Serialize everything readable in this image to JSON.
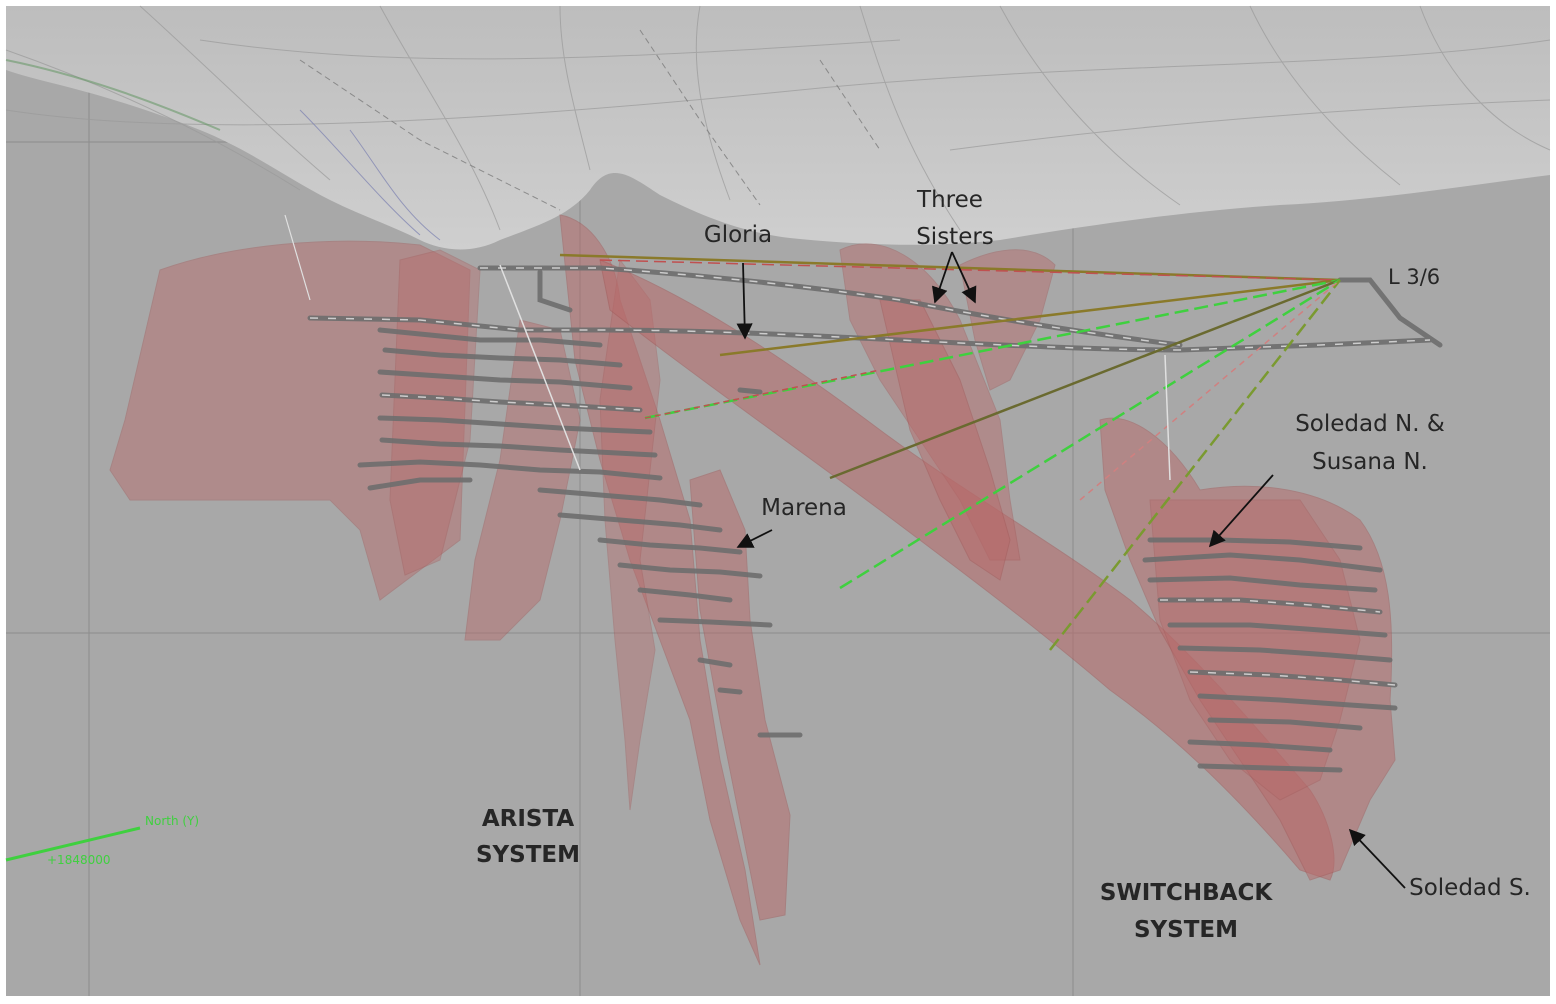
{
  "labels": {
    "gloria": "Gloria",
    "three_sisters_line1": "Three",
    "three_sisters_line2": "Sisters",
    "l36": "L 3/6",
    "soledad_n_line1": "Soledad N. &",
    "soledad_n_line2": "Susana N.",
    "marena": "Marena",
    "arista_line1": "ARISTA",
    "arista_line2": "SYSTEM",
    "switchback_line1": "SWITCHBACK",
    "switchback_line2": "SYSTEM",
    "soledad_s": "Soledad S."
  },
  "axis": {
    "name": "North (Y)",
    "value": "+1848000"
  },
  "colors": {
    "background": "#a8a8a8",
    "terrain": "#c7c7c7",
    "vein": "#b86a6a",
    "workings": "#6e6e6e",
    "drill_green": "#3fd03f",
    "drill_olive": "#8a7a2a",
    "axis_green": "#3fd03f",
    "label": "#262626"
  }
}
